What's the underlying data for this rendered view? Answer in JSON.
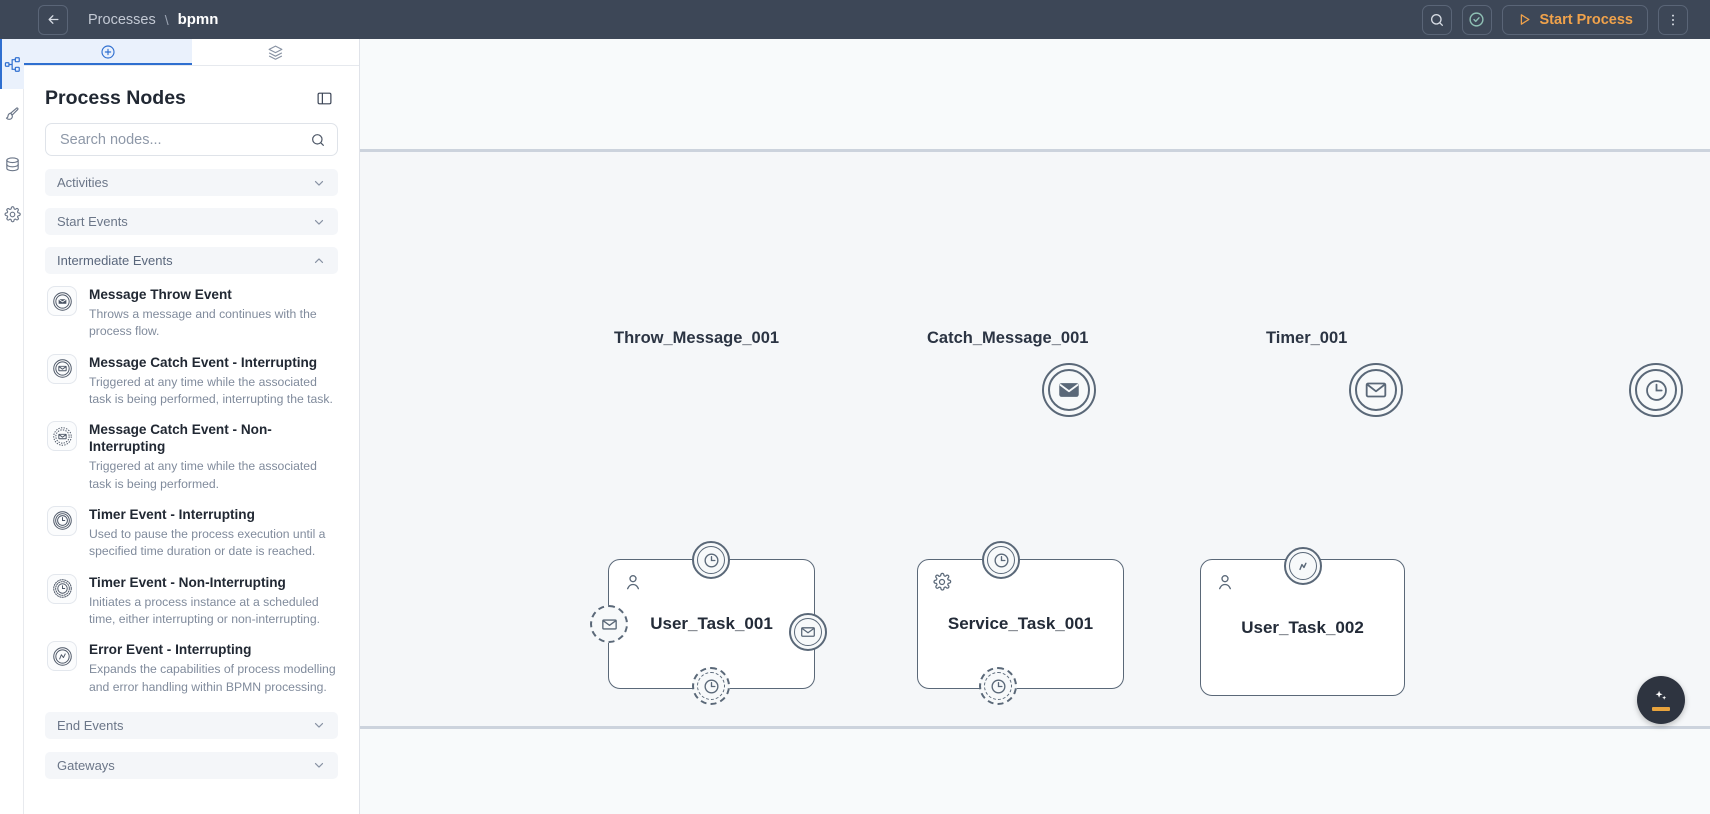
{
  "topbar": {
    "back_icon": "arrow-left-icon",
    "breadcrumb_parent": "Processes",
    "breadcrumb_sep": "\\",
    "breadcrumb_current": "bpmn",
    "search_icon": "search-icon",
    "validate_icon": "check-circle-icon",
    "start_icon": "play-icon",
    "start_label": "Start Process",
    "more_icon": "more-vertical-icon",
    "bg_color": "#3d4757",
    "accent_color": "#f0a24b"
  },
  "rail": {
    "items": [
      {
        "name": "process-tree-icon",
        "active": true
      },
      {
        "name": "paintbrush-icon",
        "active": false
      },
      {
        "name": "database-icon",
        "active": false
      },
      {
        "name": "settings-gear-icon",
        "active": false
      }
    ],
    "active_color": "#2f6fd0"
  },
  "panel": {
    "tabs": [
      {
        "icon": "plus-circle-icon",
        "active": true
      },
      {
        "icon": "layers-icon",
        "active": false
      }
    ],
    "title": "Process Nodes",
    "collapse_icon": "panel-collapse-icon",
    "search": {
      "placeholder": "Search nodes...",
      "value": "",
      "icon": "search-icon"
    },
    "categories": [
      {
        "label": "Activities",
        "expanded": false,
        "chevron": "chevron-down-icon",
        "nodes": []
      },
      {
        "label": "Start Events",
        "expanded": false,
        "chevron": "chevron-down-icon",
        "nodes": []
      },
      {
        "label": "Intermediate Events",
        "expanded": true,
        "chevron": "chevron-up-icon",
        "nodes": [
          {
            "icon": "message-throw-event-icon",
            "name": "Message Throw Event",
            "desc": "Throws a message and continues with the process flow."
          },
          {
            "icon": "message-catch-event-interrupting-icon",
            "name": "Message Catch Event - Interrupting",
            "desc": "Triggered at any time while the associated task is being performed, interrupting the task."
          },
          {
            "icon": "message-catch-event-non-interrupting-icon",
            "name": "Message Catch Event - Non-Interrupting",
            "desc": "Triggered at any time while the associated task is being performed."
          },
          {
            "icon": "timer-event-interrupting-icon",
            "name": "Timer Event - Interrupting",
            "desc": "Used to pause the process execution until a specified time duration or date is reached."
          },
          {
            "icon": "timer-event-non-interrupting-icon",
            "name": "Timer Event - Non-Interrupting",
            "desc": "Initiates a process instance at a scheduled time, either interrupting or non-interrupting."
          },
          {
            "icon": "error-event-interrupting-icon",
            "name": "Error Event - Interrupting",
            "desc": "Expands the capabilities of process modelling and error handling within BPMN processing."
          }
        ]
      },
      {
        "label": "End Events",
        "expanded": false,
        "chevron": "chevron-down-icon",
        "nodes": []
      },
      {
        "label": "Gateways",
        "expanded": false,
        "chevron": "chevron-down-icon",
        "nodes": []
      }
    ]
  },
  "canvas": {
    "background": "#f5f7f9",
    "lane_divider_color": "#ccd3dd",
    "events": [
      {
        "id": "evt-throw-message",
        "label": "Throw_Message_001",
        "icon": "envelope-filled-icon"
      },
      {
        "id": "evt-catch-message",
        "label": "Catch_Message_001",
        "icon": "envelope-outline-icon"
      },
      {
        "id": "evt-timer",
        "label": "Timer_001",
        "icon": "clock-icon"
      }
    ],
    "tasks": [
      {
        "id": "task-user-001",
        "label": "User_Task_001",
        "type_icon": "user-icon",
        "attachments": [
          {
            "position": "top",
            "icon": "clock-icon",
            "style": "solid"
          },
          {
            "position": "bottom",
            "icon": "clock-icon",
            "style": "dashed"
          },
          {
            "position": "left",
            "icon": "envelope-outline-icon",
            "style": "dashed"
          },
          {
            "position": "right",
            "icon": "envelope-outline-icon",
            "style": "solid"
          }
        ]
      },
      {
        "id": "task-service-001",
        "label": "Service_Task_001",
        "type_icon": "gear-icon",
        "attachments": [
          {
            "position": "top",
            "icon": "clock-icon",
            "style": "solid"
          },
          {
            "position": "bottom",
            "icon": "clock-icon",
            "style": "dashed"
          }
        ]
      },
      {
        "id": "task-user-002",
        "label": "User_Task_002",
        "type_icon": "user-icon",
        "attachments": [
          {
            "position": "top",
            "icon": "error-bolt-icon",
            "style": "solid"
          }
        ]
      }
    ],
    "fab": {
      "icon": "ai-sparkle-icon",
      "bar_color": "#e8a33d",
      "bg_color": "#2e3440"
    }
  }
}
